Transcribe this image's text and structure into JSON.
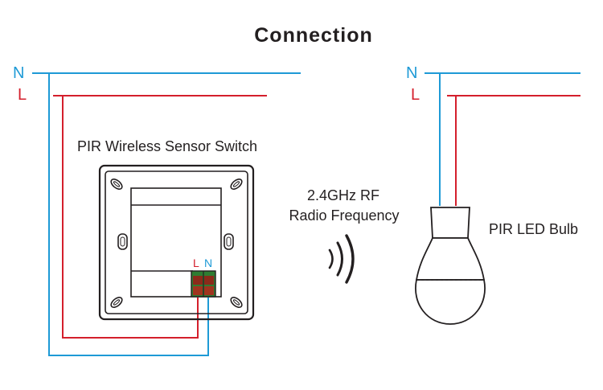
{
  "title": "Connection",
  "left_supply": {
    "neutral_label": "N",
    "line_label": "L"
  },
  "right_supply": {
    "neutral_label": "N",
    "line_label": "L"
  },
  "switch": {
    "name": "PIR Wireless Sensor Switch",
    "terminal_l": "L",
    "terminal_n": "N"
  },
  "signal": {
    "line1": "2.4GHz RF",
    "line2": "Radio Frequency"
  },
  "bulb": {
    "name": "PIR LED Bulb"
  },
  "colors": {
    "neutral": "#1e9ad6",
    "line": "#d41f2c",
    "device": "#231f20",
    "terminal": "#2e7d32",
    "terminal_dark": "#8b2a1a"
  }
}
